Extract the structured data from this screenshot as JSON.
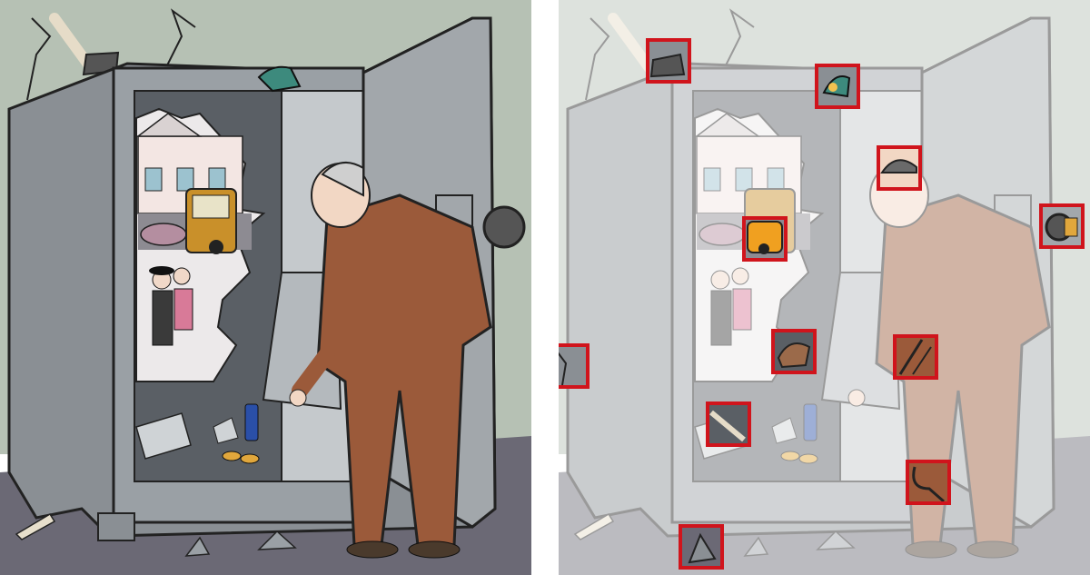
{
  "puzzle": {
    "type": "spot-the-difference",
    "differences_found": 12,
    "highlight_color": "#d0141c"
  },
  "scene": {
    "background_color": "#b6c1b4",
    "floor_color": "#6b6975",
    "safe_color": "#8a8f94",
    "suit_color": "#9b5a3a",
    "faded_opacity": 0.45
  },
  "icons": {
    "differences": [
      "axe-head-icon",
      "glove-icon",
      "head-hair-icon",
      "handle-icon",
      "car-icon",
      "safe-edge-icon",
      "hat-rock-icon",
      "sleeve-icon",
      "crack-icon",
      "floor-tool-icon",
      "leg-icon",
      "foot-icon"
    ]
  }
}
